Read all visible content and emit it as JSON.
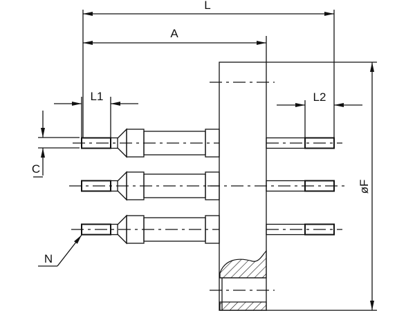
{
  "labels": {
    "L": "L",
    "A": "A",
    "L1": "L1",
    "L2": "L2",
    "C": "C",
    "N": "N",
    "F": "øF"
  },
  "pins": {
    "count_per_side": 3
  }
}
